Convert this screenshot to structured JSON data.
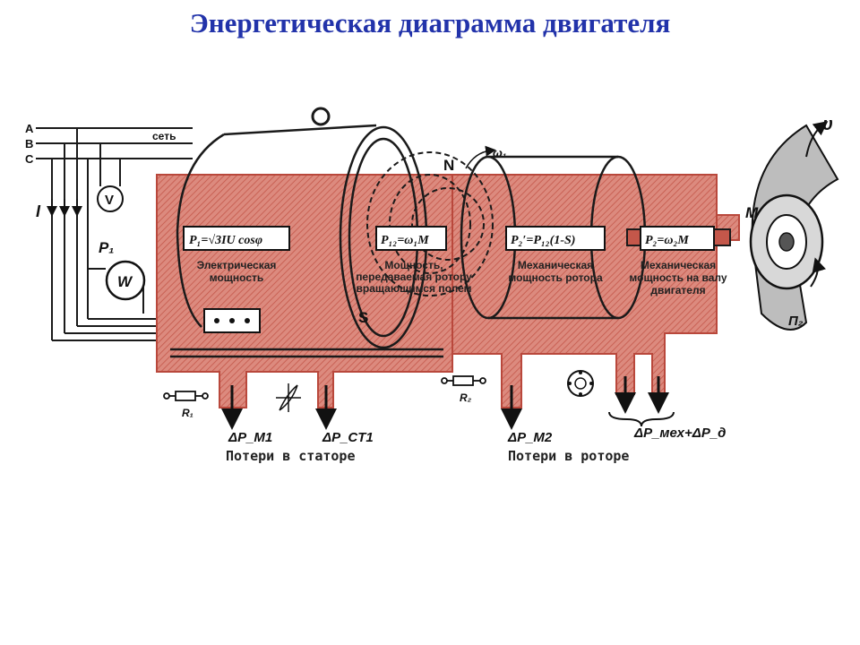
{
  "title": "Энергетическая диаграмма двигателя",
  "colors": {
    "title": "#2233aa",
    "band": "#d97a6e",
    "band_dark": "#b9483c",
    "line": "#1a1a1a"
  },
  "supply": {
    "phases": [
      "A",
      "B",
      "C"
    ],
    "network": "сеть",
    "current": "I",
    "voltmeter": "V",
    "wattmeter": "W",
    "power_in": "P₁"
  },
  "blocks": {
    "electric": {
      "formula": "P₁=√3IU cosφ",
      "line1": "Электрическая",
      "line2": "мощность"
    },
    "field": {
      "formula": "P₁₂=ω₁M",
      "line1": "Мощность,",
      "line2": "передаваемая ротору",
      "line3": "вращающимся полем"
    },
    "mech_rotor": {
      "formula": "P₂′=P₁₂(1-S)",
      "line1": "Механическая",
      "line2": "мощность ротора"
    },
    "mech_shaft": {
      "formula": "P₂=ω₂M",
      "line1": "Механическая",
      "line2": "мощность на валу",
      "line3": "двигателя"
    }
  },
  "poles": {
    "north": "N",
    "south": "S",
    "omega": "ω₁"
  },
  "pulley": {
    "torque": "M",
    "velocity": "υ",
    "power_out": "П₂"
  },
  "resistors": {
    "stator": "R₁",
    "rotor": "R₂"
  },
  "losses": {
    "stator_copper": "ΔP_M1",
    "stator_core": "ΔP_CT1",
    "rotor_copper": "ΔP_M2",
    "mech_add": "ΔP_мех+ΔP_д",
    "group_stator": "Потери в статоре",
    "group_rotor": "Потери в роторе"
  }
}
